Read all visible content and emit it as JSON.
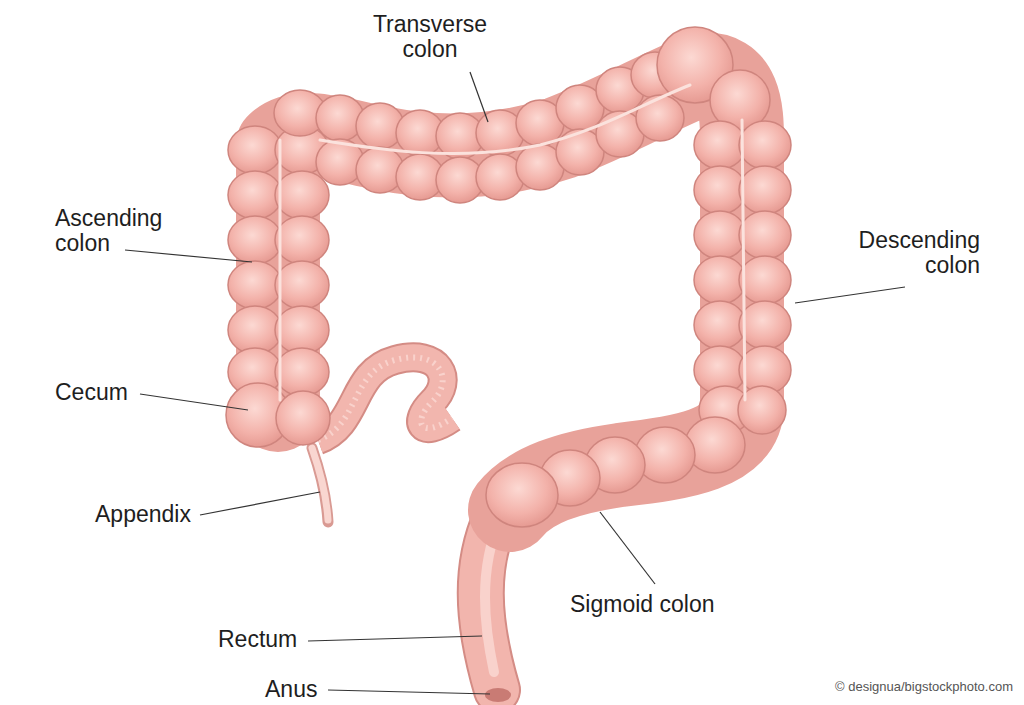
{
  "diagram": {
    "labels": [
      "Transverse colon",
      "Ascending colon",
      "Cecum",
      "Appendix",
      "Rectum",
      "Anus",
      "Descending colon",
      "Sigmoid colon",
      "© designua/bigstockphoto.com"
    ]
  }
}
